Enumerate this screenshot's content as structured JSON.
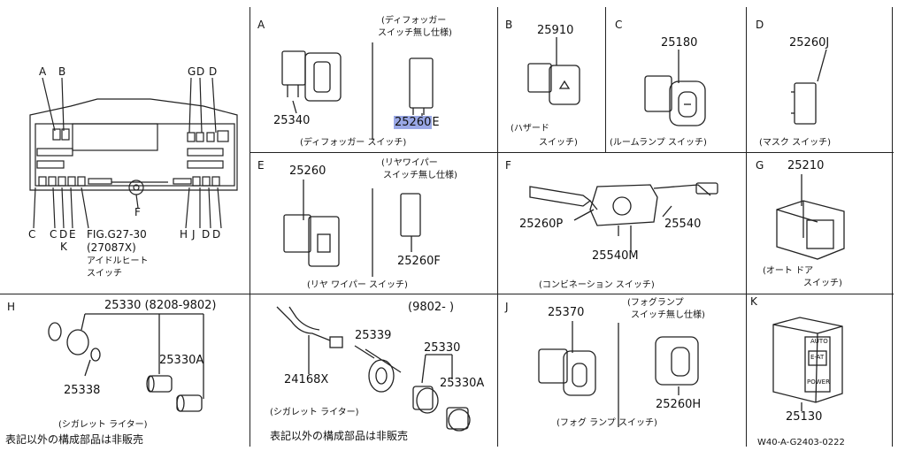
{
  "dashboard": {
    "letters_top": [
      "A",
      "B",
      "G",
      "D",
      "D"
    ],
    "letters_bottom": [
      "C",
      "C",
      "D",
      "E",
      "F",
      "H",
      "J",
      "D",
      "D"
    ],
    "letter_k": "K",
    "fig_ref": "FIG.G27-30",
    "fig_ref_part": "(27087X)",
    "fig_ref_name1": "アイドルヒート",
    "fig_ref_name2": "スイッチ"
  },
  "panels": {
    "A": {
      "letter": "A",
      "note1": "(ディフォッガー",
      "note2": "スイッチ無し仕様)",
      "pn1": "25340",
      "pn2_prefix": "25260",
      "pn2_suffix": "E",
      "caption": "(ディフォッガー スイッチ)"
    },
    "B": {
      "letter": "B",
      "pn": "25910",
      "caption1": "(ハザード",
      "caption2": "スイッチ)"
    },
    "C": {
      "letter": "C",
      "pn": "25180",
      "caption": "(ルームランプ スイッチ)"
    },
    "D": {
      "letter": "D",
      "pn": "25260J",
      "caption": "(マスク スイッチ)"
    },
    "E": {
      "letter": "E",
      "pn1": "25260",
      "note1": "(リヤワイパー",
      "note2": "スイッチ無し仕様)",
      "pn2": "25260F",
      "caption": "(リヤ ワイパー スイッチ)"
    },
    "F": {
      "letter": "F",
      "pn1": "25260P",
      "pn2": "25540",
      "pn3": "25540M",
      "caption": "(コンビネーション スイッチ)"
    },
    "G": {
      "letter": "G",
      "pn": "25210",
      "caption1": "(オート ドア",
      "caption2": "スイッチ)"
    },
    "H": {
      "letter": "H",
      "pn_main": "25330 (8208-9802)",
      "pn2": "25330A",
      "pn3": "25338",
      "caption": "(シガレット ライター)",
      "footnote": "表記以外の構成部品は非販売"
    },
    "I": {
      "date_range": "(9802-   )",
      "pn1": "25339",
      "pn2": "25330",
      "pn3": "25330A",
      "pn4": "24168X",
      "caption": "(シガレット ライター)",
      "footnote": "表記以外の構成部品は非販売"
    },
    "J": {
      "letter": "J",
      "pn1": "25370",
      "note1": "(フォグランプ",
      "note2": "スイッチ無し仕様)",
      "pn2": "25260H",
      "caption": "(フォグ ランプ スイッチ)"
    },
    "K": {
      "letter": "K",
      "pn": "25130",
      "sw_auto": "AUTO",
      "sw_eat": "E-AT",
      "sw_power": "POWER"
    }
  },
  "ref_code": "W40-A-G2403-0222"
}
